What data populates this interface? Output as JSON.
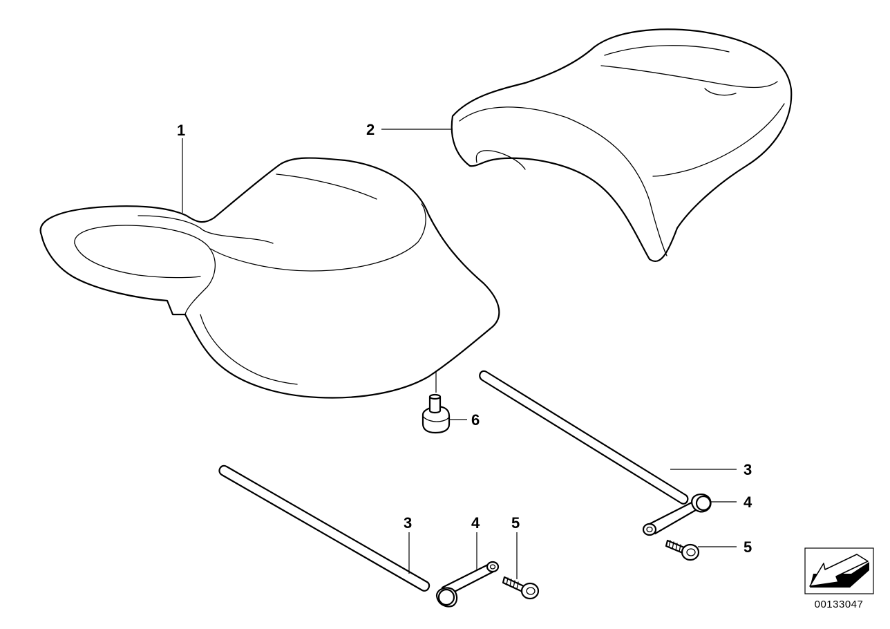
{
  "callouts": {
    "seat_rider": "1",
    "seat_passenger": "2",
    "rod_right": "3",
    "rod_left": "3",
    "clip_right": "4",
    "clip_left": "4",
    "screw_right": "5",
    "screw_left": "5",
    "buffer": "6"
  },
  "document_number": "00133047",
  "orientation_icon": "direction-arrow-icon"
}
